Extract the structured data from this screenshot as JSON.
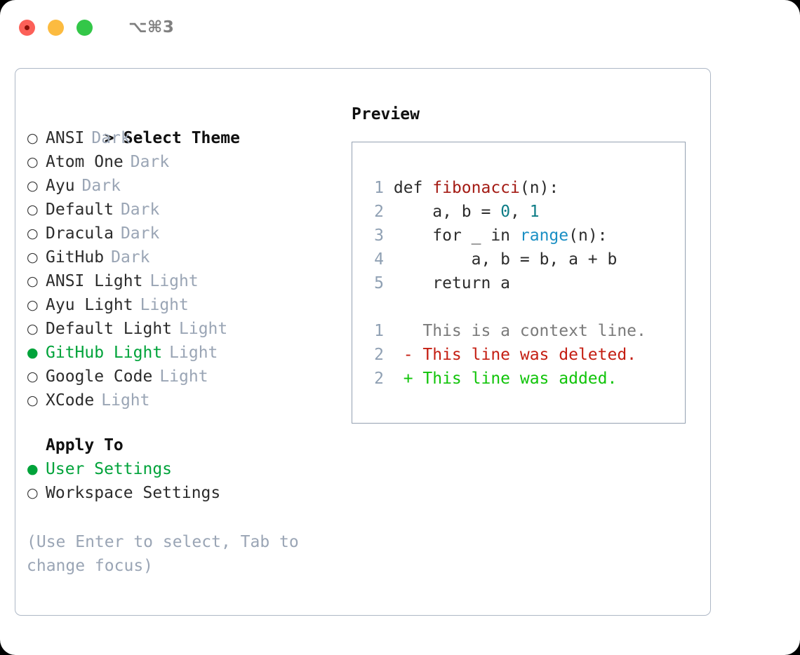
{
  "window": {
    "shortcut": "⌥⌘3",
    "traffic_lights": [
      {
        "name": "close",
        "color": "#fc6058"
      },
      {
        "name": "minimize",
        "color": "#fcbb40"
      },
      {
        "name": "maximize",
        "color": "#33c748"
      }
    ]
  },
  "theme_picker": {
    "header": "Select Theme",
    "caret": ">",
    "marker_unselected": "○",
    "marker_selected": "●",
    "accent_color": "#00a33a",
    "muted_color": "#9aa5b5",
    "items": [
      {
        "label": "ANSI",
        "variant": "Dark",
        "selected": false
      },
      {
        "label": "Atom One",
        "variant": "Dark",
        "selected": false
      },
      {
        "label": "Ayu",
        "variant": "Dark",
        "selected": false
      },
      {
        "label": "Default",
        "variant": "Dark",
        "selected": false
      },
      {
        "label": "Dracula",
        "variant": "Dark",
        "selected": false
      },
      {
        "label": "GitHub",
        "variant": "Dark",
        "selected": false
      },
      {
        "label": "ANSI Light",
        "variant": "Light",
        "selected": false
      },
      {
        "label": "Ayu Light",
        "variant": "Light",
        "selected": false
      },
      {
        "label": "Default Light",
        "variant": "Light",
        "selected": false
      },
      {
        "label": "GitHub Light",
        "variant": "Light",
        "selected": true
      },
      {
        "label": "Google Code",
        "variant": "Light",
        "selected": false
      },
      {
        "label": "XCode",
        "variant": "Light",
        "selected": false
      }
    ]
  },
  "apply_to": {
    "header": "Apply To",
    "items": [
      {
        "label": "User Settings",
        "selected": true
      },
      {
        "label": "Workspace Settings",
        "selected": false
      }
    ]
  },
  "hint": "(Use Enter to select, Tab to change focus)",
  "preview": {
    "title": "Preview",
    "code_lines": [
      {
        "no": "1",
        "tokens": [
          {
            "t": "def ",
            "c": "plain"
          },
          {
            "t": "fibonacci",
            "c": "fn"
          },
          {
            "t": "(n):",
            "c": "plain"
          }
        ]
      },
      {
        "no": "2",
        "tokens": [
          {
            "t": "    a, b = ",
            "c": "plain"
          },
          {
            "t": "0",
            "c": "num"
          },
          {
            "t": ", ",
            "c": "plain"
          },
          {
            "t": "1",
            "c": "num"
          }
        ]
      },
      {
        "no": "3",
        "tokens": [
          {
            "t": "    for _ in ",
            "c": "plain"
          },
          {
            "t": "range",
            "c": "call"
          },
          {
            "t": "(n):",
            "c": "plain"
          }
        ]
      },
      {
        "no": "4",
        "tokens": [
          {
            "t": "        a, b = b, a + b",
            "c": "plain"
          }
        ]
      },
      {
        "no": "5",
        "tokens": [
          {
            "t": "    return a",
            "c": "plain"
          }
        ]
      }
    ],
    "diff_lines": [
      {
        "no": "1",
        "sign": " ",
        "text": "This is a context line.",
        "kind": "ctx"
      },
      {
        "no": "2",
        "sign": "-",
        "text": "This line was deleted.",
        "kind": "del"
      },
      {
        "no": "2",
        "sign": "+",
        "text": "This line was added.",
        "kind": "add"
      }
    ]
  }
}
